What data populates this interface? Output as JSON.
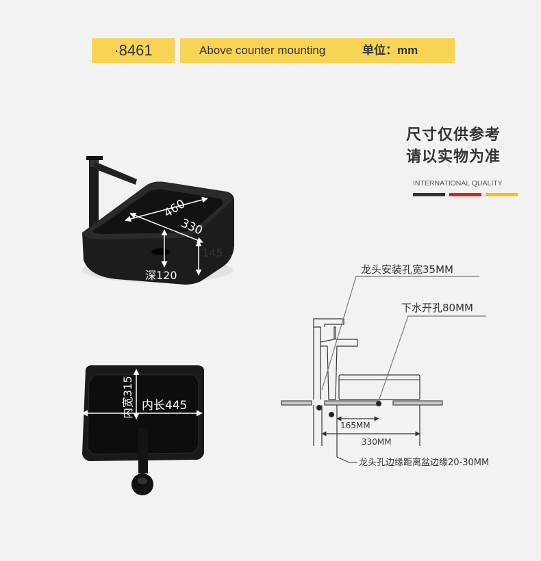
{
  "header": {
    "model": "·8461",
    "mounting": "Above counter mounting",
    "unit": "单位：mm"
  },
  "notice": {
    "line1": "尺寸仅供参考",
    "line2": "请以实物为准"
  },
  "quality": {
    "label": "INTERNATIONAL QUALITY",
    "colors": [
      "#333333",
      "#d8241f",
      "#f2c318"
    ]
  },
  "basin_3d": {
    "length": "460",
    "width": "330",
    "height": "145",
    "depth": "深120"
  },
  "basin_top": {
    "inner_width": "内宽315",
    "inner_length": "内长445"
  },
  "install": {
    "faucet_hole": "龙头安装孔宽35MM",
    "drain_hole": "下水开孔80MM",
    "dim_165": "165MM",
    "dim_330": "330MM",
    "edge_note": "龙头孔边缘距离盆边缘20-30MM"
  },
  "colors": {
    "accent": "#f7d454",
    "basin": "#1c1c1c"
  }
}
